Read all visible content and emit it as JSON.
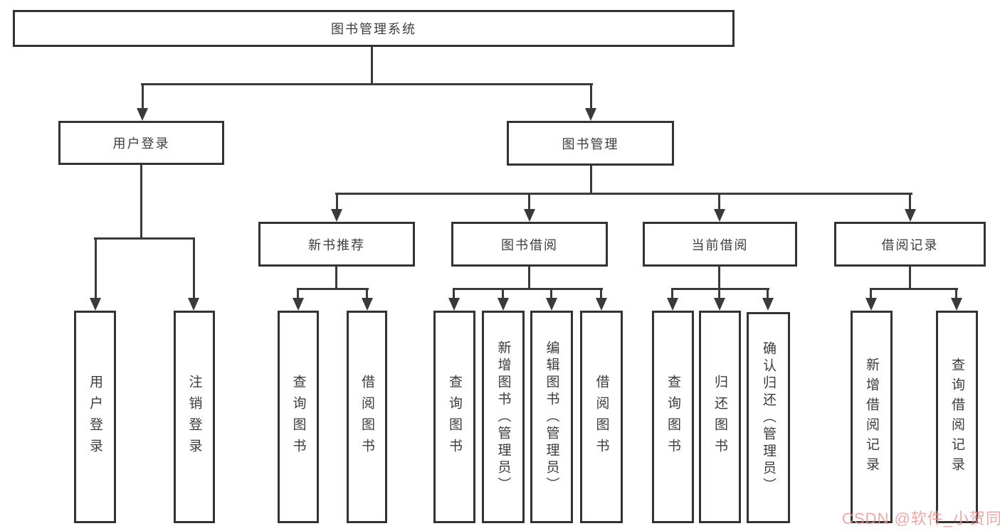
{
  "tree": {
    "root": "图书管理系统",
    "branches": [
      {
        "label": "用户登录",
        "children": [
          "用户登录",
          "注销登录"
        ]
      },
      {
        "label": "图书管理"
      }
    ],
    "modules": [
      {
        "label": "新书推荐",
        "children": [
          "查询图书",
          "借阅图书"
        ]
      },
      {
        "label": "图书借阅",
        "children": [
          "查询图书",
          "新增图书（管理员）",
          "编辑图书（管理员）",
          "借阅图书"
        ]
      },
      {
        "label": "当前借阅",
        "children": [
          "查询图书",
          "归还图书",
          "确认归还（管理员）"
        ]
      },
      {
        "label": "借阅记录",
        "children": [
          "新增借阅记录",
          "查询借阅记录"
        ]
      }
    ]
  },
  "watermark": {
    "text": "CSDN @软件_小贺同学"
  },
  "colors": {
    "line": "#3a3a3a",
    "border": "#333333",
    "text": "#3c3c3c",
    "watermark": "#ee9696",
    "background": "#ffffff"
  }
}
